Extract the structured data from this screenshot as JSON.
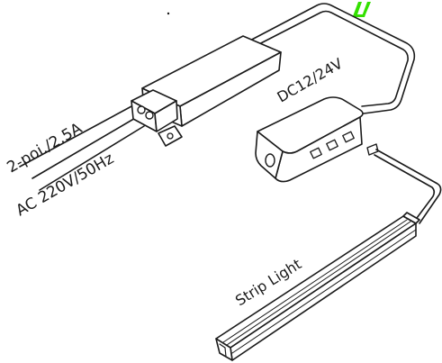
{
  "labels": {
    "mains_spec": "AC 220V/50Hz",
    "plug_spec": "2-poi./2.5A",
    "output_spec": "DC12/24V",
    "strip": "Strip Light"
  },
  "colors": {
    "line": "#1a1a1a",
    "background": "#ffffff",
    "badge": "#33e000"
  },
  "icons": {
    "driver": "led-driver-icon",
    "distributor": "distribution-box-icon",
    "strip": "led-strip-icon"
  }
}
